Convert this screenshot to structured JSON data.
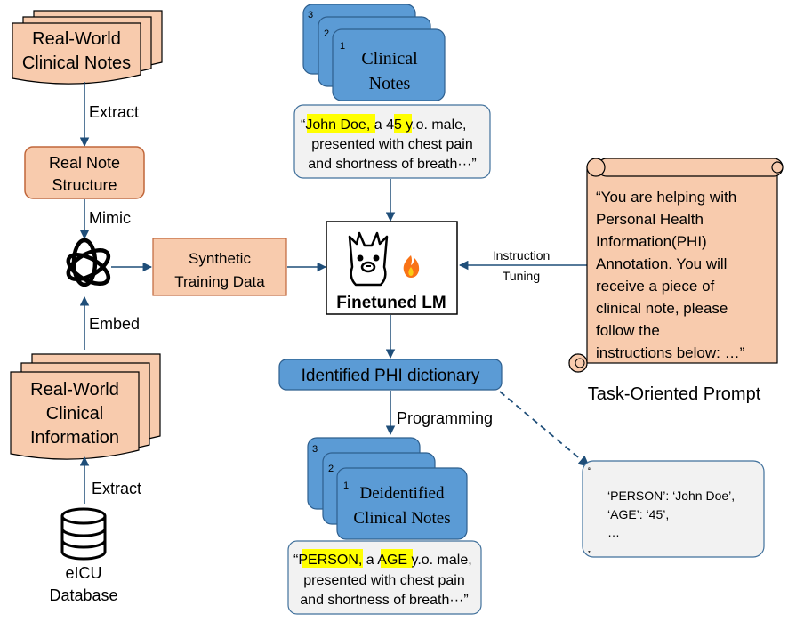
{
  "colors": {
    "peach": "#f8cbad",
    "peach_stroke": "#c0663a",
    "blue": "#5b9bd5",
    "blue_stroke": "#2e5f8e",
    "gray_fill": "#f2f2f2",
    "gray_stroke": "#41719c",
    "highlight": "#ffff00",
    "arrow": "#1f4e79"
  },
  "left": {
    "notes_stack": {
      "line1": "Real-World",
      "line2": "Clinical Notes"
    },
    "extract_top": "Extract",
    "structure": {
      "line1": "Real Note",
      "line2": "Structure"
    },
    "mimic": "Mimic",
    "openai_icon": "openai-logo",
    "embed": "Embed",
    "info_stack": {
      "line1": "Real-World",
      "line2": "Clinical",
      "line3": "Information"
    },
    "extract_bottom": "Extract",
    "database": {
      "line1": "eICU",
      "line2": "Database"
    }
  },
  "synthetic": {
    "line1": "Synthetic",
    "line2": "Training Data"
  },
  "top_notes": {
    "stack_numbers": [
      "3",
      "2",
      "1"
    ],
    "line1": "Clinical",
    "line2": "Notes",
    "quote": {
      "open": "“",
      "name": "John Doe",
      "mid1": ", a ",
      "age": "45",
      "mid2": " y.o. male,",
      "line2": "presented with chest pain",
      "line3": "and shortness of breath···”"
    }
  },
  "model": {
    "label": "Finetuned LM",
    "llama_icon": "llama-icon",
    "fire_icon": "fire-icon"
  },
  "instruction": {
    "line1": "Instruction",
    "line2": "Tuning"
  },
  "prompt": {
    "lines": [
      "“You are helping with",
      "Personal Health",
      "Information(PHI)",
      "Annotation. You will",
      "receive a piece of",
      "clinical note, please",
      "follow the",
      "instructions below: …”"
    ],
    "caption": "Task-Oriented Prompt"
  },
  "phi_dictionary": "Identified PHI dictionary",
  "programming": "Programming",
  "bottom_notes": {
    "stack_numbers": [
      "3",
      "2",
      "1"
    ],
    "line1": "Deidentified",
    "line2": "Clinical Notes",
    "quote": {
      "open": "“",
      "person": "PERSON",
      "mid1": ", a ",
      "age": "AGE",
      "mid2": " y.o. male,",
      "line2": "presented with chest pain",
      "line3": "and shortness of breath···”"
    }
  },
  "dict_box": {
    "open": "“",
    "line1": "‘PERSON’: ‘John Doe’,",
    "line2": "‘AGE’: ‘45’,",
    "line3": "…",
    "close": "”"
  }
}
